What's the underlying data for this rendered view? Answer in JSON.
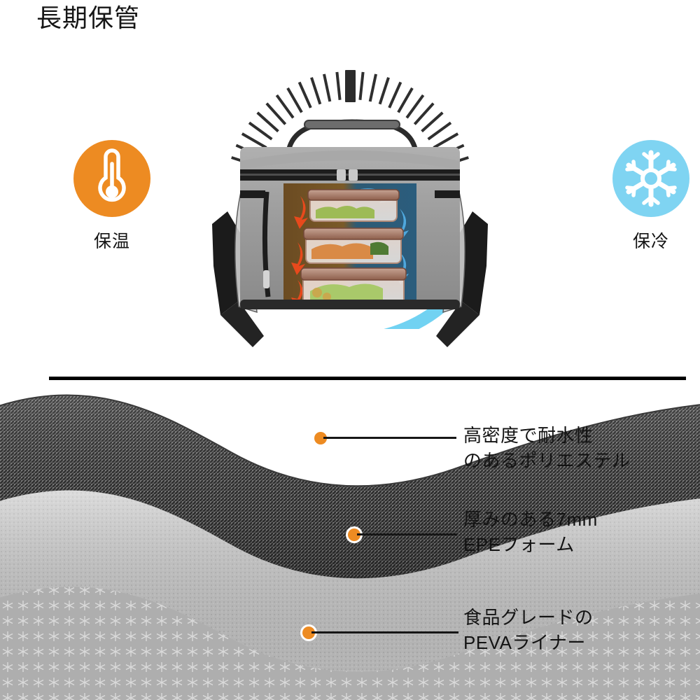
{
  "page": {
    "title": "長期保管",
    "background_color": "#ffffff"
  },
  "colors": {
    "warm_orange": "#ED8B22",
    "cool_blue": "#71D2F2",
    "text_dark": "#131313",
    "divider": "#000000",
    "callout_dot": "#ED8B22",
    "bag_gray": "#9a9a9a",
    "bag_black": "#1d1d1d"
  },
  "top_panel": {
    "gauge": {
      "name": "temperature-gauge",
      "left_arc_color": "#ED8B22",
      "right_arc_color": "#71D2F2",
      "tick_count": 25,
      "indicator_position": "center",
      "indicator_color": "#2b2b2b"
    },
    "features": [
      {
        "id": "warm",
        "icon": "thermometer-icon",
        "label": "保温",
        "circle_color": "#ED8B22"
      },
      {
        "id": "cool",
        "icon": "snowflake-icon",
        "label": "保冷",
        "circle_color": "#7FD4F2"
      }
    ],
    "product": {
      "name": "insulated-lunch-bag",
      "description_icon": "cooler-bag-with-containers",
      "container_count": 3,
      "warm_arrow_color": "#E8491C",
      "cool_arrow_color": "#4FA8DE"
    }
  },
  "bottom_panel": {
    "layers": [
      {
        "id": "polyester",
        "name": "outer-fabric-layer",
        "color": "#6d6d6d"
      },
      {
        "id": "foam",
        "name": "epe-foam-layer",
        "color": "#c9c9c9"
      },
      {
        "id": "peva",
        "name": "peva-liner-layer",
        "color": "#adadad"
      }
    ],
    "callouts": [
      {
        "id": "polyester",
        "line1": "高密度で耐水性",
        "line2": "のあるポリエステル"
      },
      {
        "id": "foam",
        "line1": "厚みのある7mm",
        "line2": "EPEフォーム"
      },
      {
        "id": "peva",
        "line1": "食品グレードの",
        "line2": "PEVAライナー"
      }
    ]
  }
}
